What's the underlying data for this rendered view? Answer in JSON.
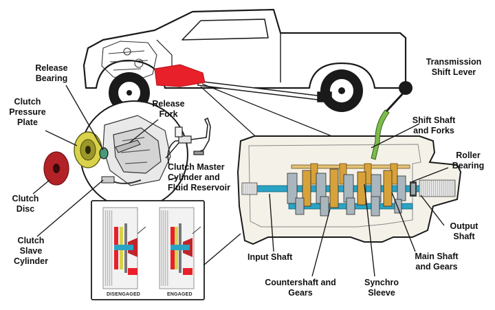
{
  "labels": {
    "release_bearing": "Release\nBearing",
    "clutch_pressure_plate": "Clutch\nPressure\nPlate",
    "release_fork": "Release\nFork",
    "clutch_master_cylinder": "Clutch Master\nCylinder and\nFluid Reservoir",
    "clutch_disc": "Clutch\nDisc",
    "clutch_slave_cylinder": "Clutch\nSlave\nCylinder",
    "transmission_shift_lever": "Transmission\nShift Lever",
    "shift_shaft_and_forks": "Shift Shaft\nand Forks",
    "roller_bearing": "Roller\nBearing",
    "output_shaft": "Output\nShaft",
    "main_shaft_and_gears": "Main Shaft\nand Gears",
    "input_shaft": "Input Shaft",
    "countershaft_and_gears": "Countershaft and\nGears",
    "synchro_sleeve": "Synchro\nSleeve"
  },
  "inset_captions": {
    "disengaged": "DISENGAGED",
    "engaged": "ENGAGED"
  },
  "colors": {
    "outline": "#1a1a1a",
    "transmission_highlight": "#e8202a",
    "shaft_teal": "#2aa3c4",
    "gear_gold": "#d8a23a",
    "clutch_disc_red": "#c0242a",
    "pressure_plate_yellow": "#d9d24a",
    "shift_lever_green": "#7dbb4d",
    "housing_fill": "#f4f1e8"
  }
}
